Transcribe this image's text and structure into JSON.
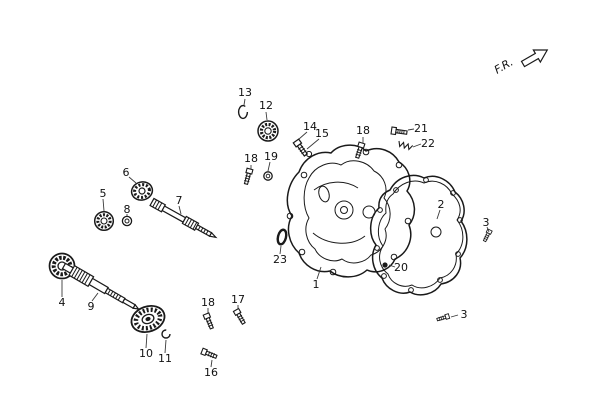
{
  "figure": {
    "type": "exploded-parts-diagram",
    "background": "#ffffff",
    "ink": "#1a1a1a",
    "direction_indicator": "F.R."
  },
  "callouts": [
    {
      "part": "13"
    },
    {
      "part": "12"
    },
    {
      "part": "14"
    },
    {
      "part": "15"
    },
    {
      "part": "18"
    },
    {
      "part": "21"
    },
    {
      "part": "22"
    },
    {
      "part": "18"
    },
    {
      "part": "19"
    },
    {
      "part": "6"
    },
    {
      "part": "5"
    },
    {
      "part": "7"
    },
    {
      "part": "8"
    },
    {
      "part": "2"
    },
    {
      "part": "3"
    },
    {
      "part": "4"
    },
    {
      "part": "9"
    },
    {
      "part": "23"
    },
    {
      "part": "1"
    },
    {
      "part": "20"
    },
    {
      "part": "18"
    },
    {
      "part": "17"
    },
    {
      "part": "3"
    },
    {
      "part": "10"
    },
    {
      "part": "11"
    },
    {
      "part": "16"
    }
  ]
}
